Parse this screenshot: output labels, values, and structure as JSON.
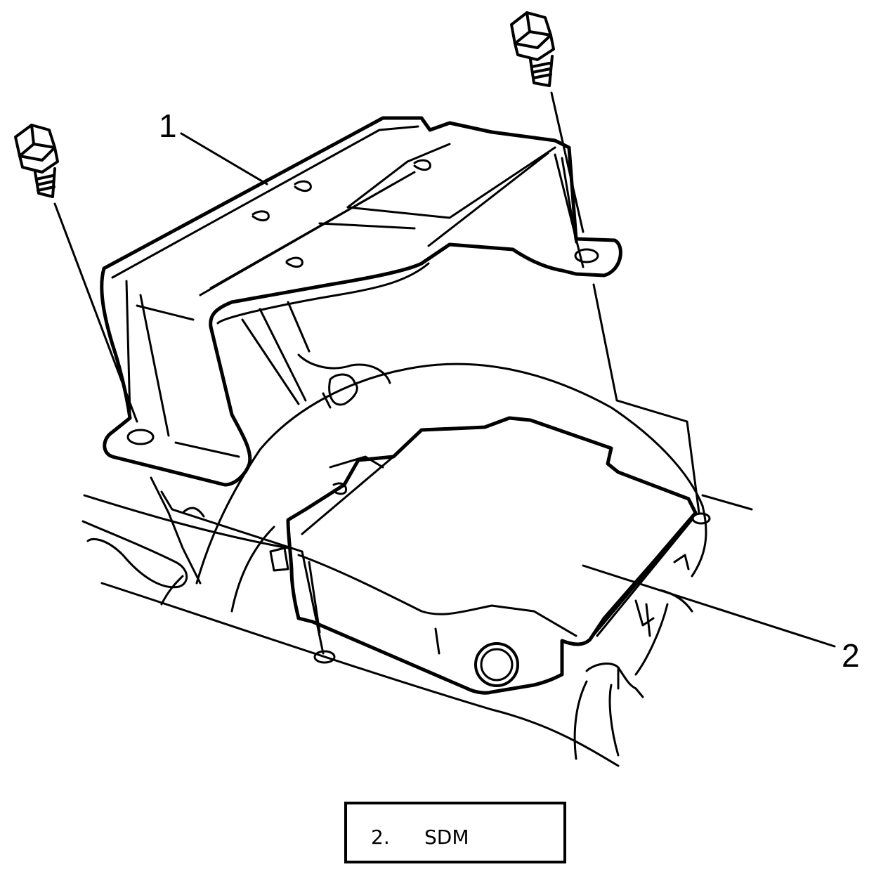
{
  "callouts": [
    {
      "id": "1"
    },
    {
      "id": "2"
    }
  ],
  "legend": {
    "number": "2.",
    "label": "SDM"
  },
  "colors": {
    "line": "#000000",
    "background": "#ffffff"
  }
}
